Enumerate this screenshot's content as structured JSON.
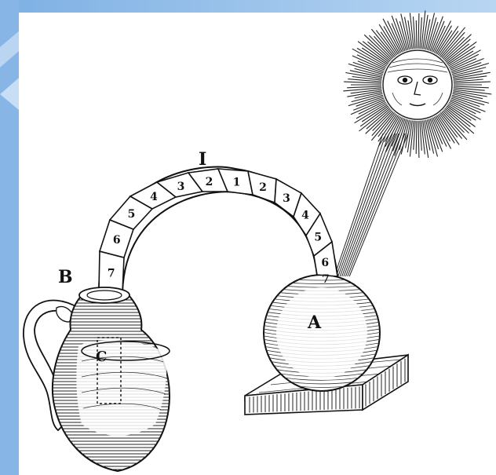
{
  "illustration": {
    "labels": {
      "arch_top": "I",
      "vessel": "B",
      "sphere": "A",
      "water": "C"
    },
    "arch_segments": [
      "7",
      "6",
      "5",
      "4",
      "3",
      "2",
      "1",
      "2",
      "3",
      "4",
      "5",
      "6",
      "7"
    ],
    "colors": {
      "ink": "#111111",
      "paper": "#ffffff",
      "frame_blue": "#8ab8e6"
    }
  }
}
